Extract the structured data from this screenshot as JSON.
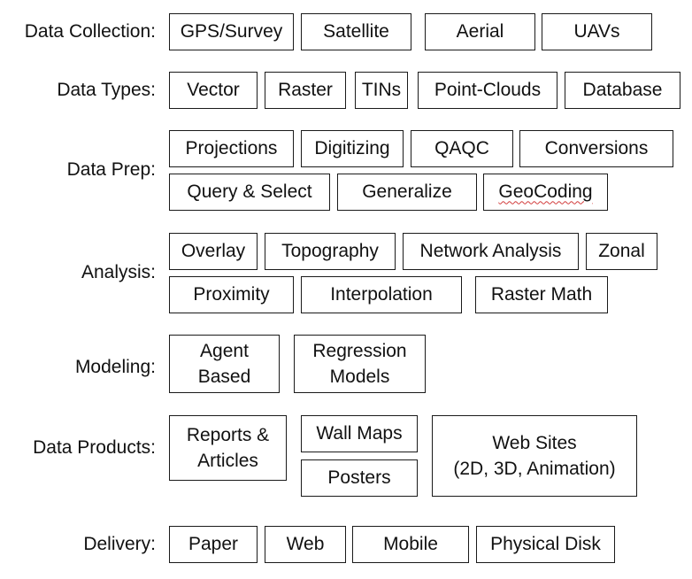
{
  "rows": {
    "data_collection": {
      "label": "Data Collection:",
      "items": [
        "GPS/Survey",
        "Satellite",
        "Aerial",
        "UAVs"
      ]
    },
    "data_types": {
      "label": "Data Types:",
      "items": [
        "Vector",
        "Raster",
        "TINs",
        "Point-Clouds",
        "Database"
      ]
    },
    "data_prep": {
      "label": "Data Prep:",
      "items": [
        "Projections",
        "Digitizing",
        "QAQC",
        "Conversions",
        "Query & Select",
        "Generalize",
        "GeoCoding"
      ]
    },
    "analysis": {
      "label": "Analysis:",
      "items": [
        "Overlay",
        "Topography",
        "Network Analysis",
        "Zonal",
        "Proximity",
        "Interpolation",
        "Raster Math"
      ]
    },
    "modeling": {
      "label": "Modeling:",
      "items": [
        {
          "line1": "Agent",
          "line2": "Based"
        },
        {
          "line1": "Regression",
          "line2": "Models"
        }
      ]
    },
    "data_products": {
      "label": "Data Products:",
      "items": [
        {
          "line1": "Reports &",
          "line2": "Articles"
        },
        "Wall Maps",
        "Posters",
        {
          "line1": "Web Sites",
          "line2": "(2D, 3D, Animation)"
        }
      ]
    },
    "delivery": {
      "label": "Delivery:",
      "items": [
        "Paper",
        "Web",
        "Mobile",
        "Physical Disk"
      ]
    }
  }
}
